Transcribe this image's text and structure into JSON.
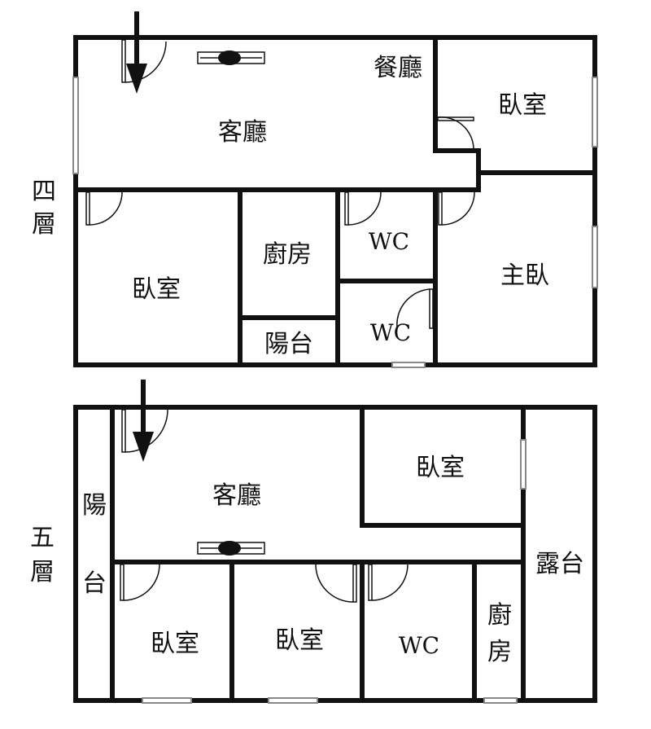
{
  "floor4": {
    "floor_label": [
      "四",
      "層"
    ],
    "rooms": {
      "living": "客廳",
      "dining": "餐廳",
      "bedroom_top_right": "臥室",
      "bedroom_left": "臥室",
      "kitchen": "廚房",
      "wc_upper": "WC",
      "wc_lower": "WC",
      "balcony": "陽台",
      "master_bedroom": "主臥"
    }
  },
  "floor5": {
    "floor_label": [
      "五",
      "層"
    ],
    "rooms": {
      "living": "客廳",
      "bedroom_upper": "臥室",
      "balcony_vertical": [
        "陽",
        "台"
      ],
      "terrace": "露台",
      "bedroom_1": "臥室",
      "bedroom_2": "臥室",
      "wc": "WC",
      "kitchen_vertical": [
        "廚",
        "房"
      ]
    }
  },
  "icons": [
    "entrance-arrow-icon",
    "ceiling-fan-icon",
    "door-swing-icon",
    "window-icon"
  ]
}
